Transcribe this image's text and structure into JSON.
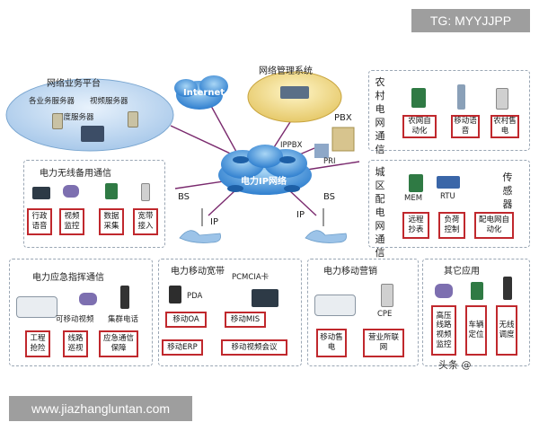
{
  "watermark_tag": "TG: MYYJJPP",
  "watermark_url": "www.jiazhangluntan.com",
  "watermark_toutiao": "头条 @",
  "network_platform": {
    "title": "网络业务平台",
    "business_server": "各业务服务器",
    "video_server": "视频服务器",
    "dispatch_server": "调度服务器"
  },
  "internet_label": "Internet",
  "netmgmt_title": "网络管理系统",
  "pbx_label": "PBX",
  "ippbx_label": "IPPBX",
  "pri_label": "PRI",
  "core_network": "电力IP网络",
  "bs_left": "BS",
  "bs_right": "BS",
  "ip_left": "IP",
  "ip_right": "IP",
  "rural": {
    "title": "农村电网通信",
    "boxes": [
      "农网自动化",
      "移动语音",
      "农村售电"
    ]
  },
  "wireless_backup": {
    "title": "电力无线备用通信",
    "boxes": [
      "行政语音",
      "视频监控",
      "数据采集",
      "宽带接入"
    ]
  },
  "urban": {
    "title": "城区配电网通信",
    "mem": "MEM",
    "rtu": "RTU",
    "sensor": "传感器",
    "boxes": [
      "远程抄表",
      "负荷控制",
      "配电网自动化"
    ]
  },
  "emergency": {
    "title": "电力应急指挥通信",
    "mobile_video": "可移动视频",
    "cluster_phone": "集群电话",
    "boxes": [
      "工程抢险",
      "线路巡视",
      "应急通信保障"
    ]
  },
  "broadband": {
    "title": "电力移动宽带",
    "pda": "PDA",
    "pcmcia": "PCMCIA卡",
    "boxes": [
      "移动OA",
      "移动MIS",
      "移动ERP",
      "移动视频会议"
    ]
  },
  "marketing": {
    "title": "电力移动营销",
    "cpe": "CPE",
    "boxes": [
      "移动售电",
      "营业所联网"
    ]
  },
  "other": {
    "title": "其它应用",
    "boxes": [
      "高压线路视频监控",
      "车辆定位",
      "无线调度"
    ]
  },
  "colors": {
    "frame_red": "#c0282d",
    "cloud_blue": "#3a8fd3",
    "panel_border": "#9aa6b4"
  }
}
